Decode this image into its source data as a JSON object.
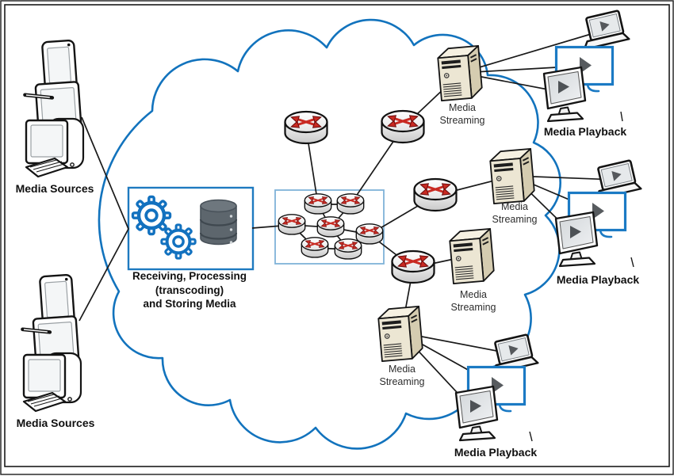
{
  "colors": {
    "cloud_blue": "#1273bd",
    "accent_blue": "#1b7ac4",
    "router_box_blue": "#7fb2d9",
    "router_arrow_red": "#c92a22",
    "server_front_beige": "#ece6d3",
    "server_side_beige": "#d5ccb0",
    "database_gray": "#5d666d",
    "gear_blue": "#1271bf",
    "edge_black": "#1a1a1a",
    "play_triangle_gray": "#55585c"
  },
  "sources": [
    {
      "label": "Media Sources"
    },
    {
      "label": "Media Sources"
    }
  ],
  "processing": {
    "line1": "Receiving, Processing",
    "line2": "(transcoding)",
    "line3": "and Storing Media"
  },
  "streaming_servers": [
    {
      "line1": "Media",
      "line2": "Streaming"
    },
    {
      "line1": "Media",
      "line2": "Streaming"
    },
    {
      "line1": "Media",
      "line2": "Streaming"
    },
    {
      "line1": "Media",
      "line2": "Streaming"
    }
  ],
  "playback_groups": [
    {
      "label": "Media Playback"
    },
    {
      "label": "Media Playback"
    },
    {
      "label": "Media Playback"
    }
  ],
  "icons": [
    "router-icon",
    "tower-server-icon",
    "database-icon",
    "gear-icon",
    "smartphone-icon",
    "tablet-icon",
    "desktop-computer-icon",
    "keyboard-icon",
    "laptop-play-icon",
    "monitor-play-icon",
    "screen-play-icon",
    "cloud-shape"
  ]
}
